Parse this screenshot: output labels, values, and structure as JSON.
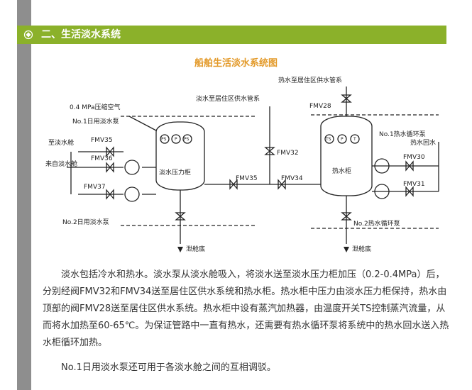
{
  "header": {
    "title": "二、生活淡水系统",
    "icon": "diamond-bullet-icon"
  },
  "diagram": {
    "title": "船舶生活淡水系统图",
    "labels": {
      "hot_supply": "热水至居住区供水管系",
      "fresh_supply": "淡水至居住区供水管系",
      "compressed_air": "0.4 MPa压缩空气",
      "pump1": "No.1日用淡水泵",
      "to_tank": "至淡水舱",
      "fmv35a": "FMV35",
      "from_tank": "来自淡水舱",
      "fmv36": "FMV36",
      "fmv37": "FMV37",
      "pump2": "No.2日用淡水泵",
      "pressure_tank": "淡水压力柜",
      "fmv35b": "FMV35",
      "fmv32": "FMV32",
      "fmv34": "FMV34",
      "fmv28": "FMV28",
      "hot_tank": "热水柜",
      "circ1": "No.1热水循环泵",
      "hot_return": "热水回水",
      "fmv30": "FMV30",
      "fmv31": "FMV31",
      "circ2": "No.2热水循环泵",
      "drain1": "泄舱底",
      "drain2": "泄舱底",
      "ps1": "PS",
      "p1": "P",
      "ps2": "PS",
      "ts": "TS",
      "p2": "P",
      "t": "T"
    }
  },
  "paragraphs": {
    "p1": "淡水包括冷水和热水。淡水泵从淡水舱吸入，将淡水送至淡水压力柜加压（0.2-0.4MPa）后，分别经阀FMV32和FMV34送至居住区供水系统和热水柜。热水柜中压力由淡水压力柜保持，热水由顶部的阀FMV28送至居住区供水系统。热水柜中设有蒸汽加热器，由温度开关TS控制蒸汽流量，从而将水加热至60-65℃。为保证管路中一直有热水，还需要有热水循环泵将系统中的热水回水送入热水柜循环加热。",
    "p2": "No.1日用淡水泵还可用于各淡水舱之间的互相调驳。"
  }
}
